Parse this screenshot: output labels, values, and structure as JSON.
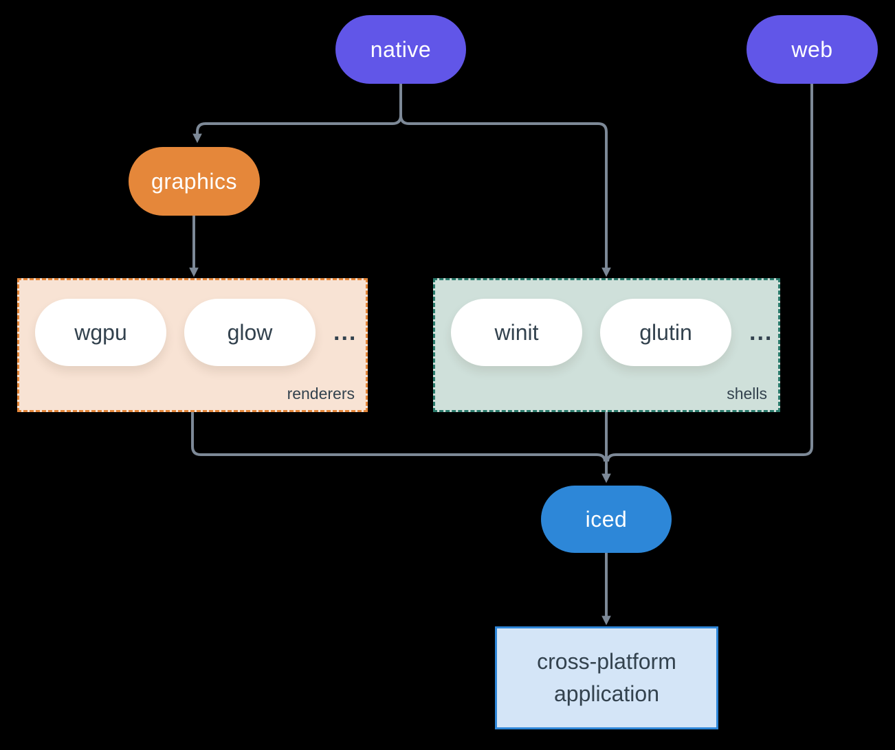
{
  "diagram": {
    "colors": {
      "purple": "#6156e8",
      "orange": "#e5873a",
      "blue": "#2d87d8",
      "slate": "#7d8997",
      "ink": "#33424e",
      "white": "#ffffff",
      "peach-bg": "#f8e3d4",
      "peach-border": "#e5873a",
      "sage-bg": "#cfe0da",
      "sage-border": "#2a7a6b",
      "app-bg": "#d4e5f7",
      "app-border": "#2e86d8"
    },
    "nodes": {
      "native": {
        "label": "native"
      },
      "web": {
        "label": "web"
      },
      "graphics": {
        "label": "graphics"
      },
      "iced": {
        "label": "iced"
      },
      "app": {
        "line1": "cross-platform",
        "line2": "application"
      }
    },
    "groups": {
      "renderers": {
        "label": "renderers",
        "items": [
          "wgpu",
          "glow"
        ],
        "more": "..."
      },
      "shells": {
        "label": "shells",
        "items": [
          "winit",
          "glutin"
        ],
        "more": "..."
      }
    }
  }
}
